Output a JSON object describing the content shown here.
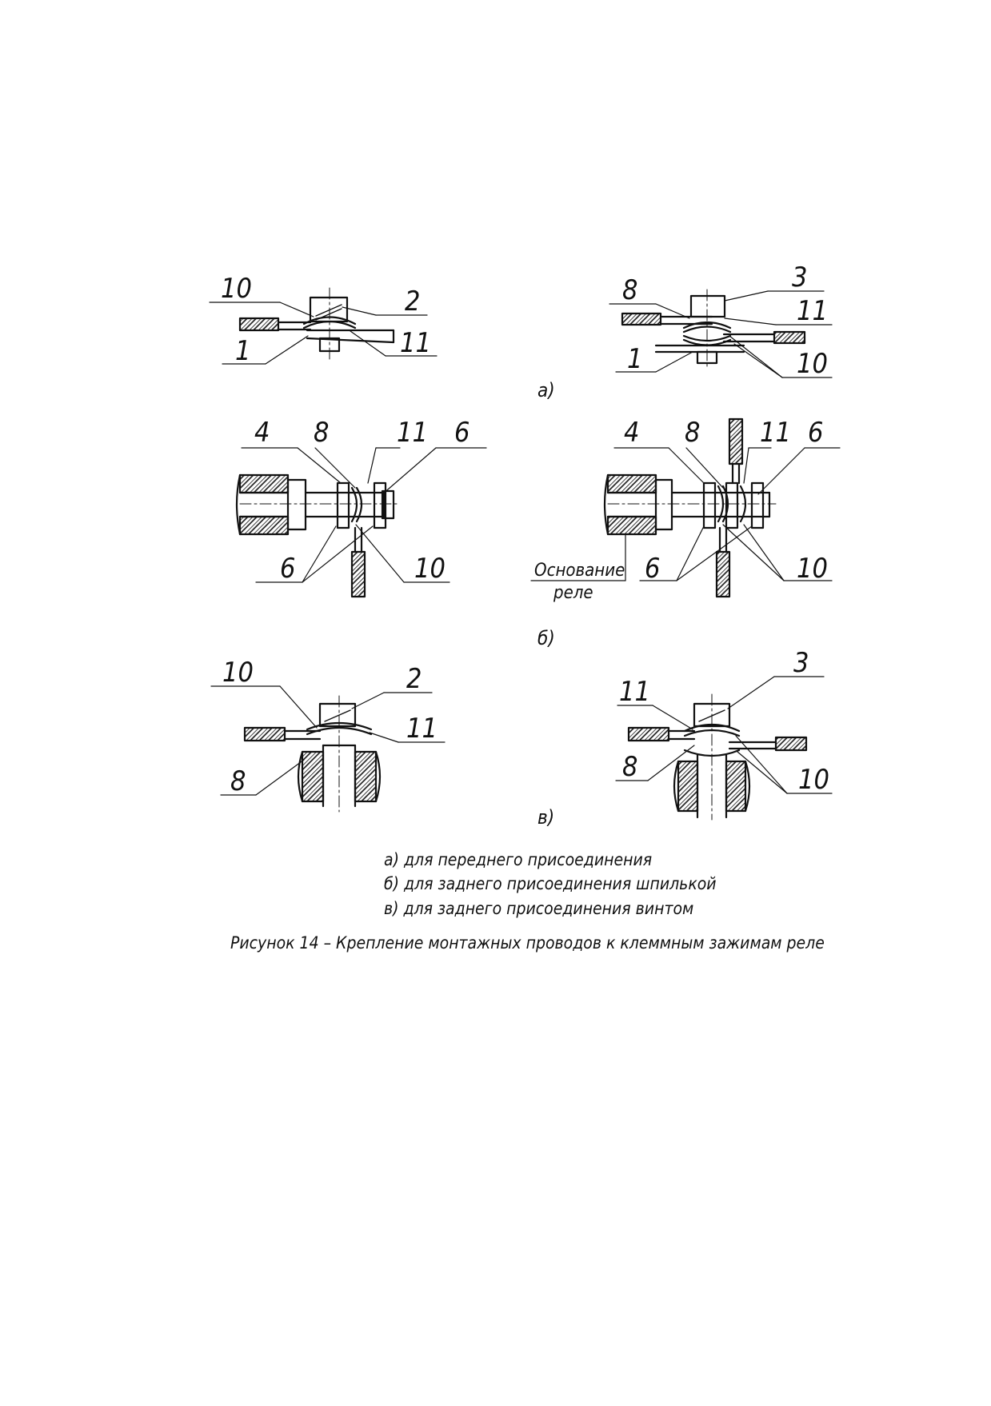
{
  "subfigures": {
    "a": "а)",
    "b": "б)",
    "v": "в)"
  },
  "callouts": {
    "a_left": [
      "10",
      "2",
      "1",
      "11"
    ],
    "a_right": [
      "3",
      "8",
      "11",
      "1",
      "10"
    ],
    "b_left": [
      "4",
      "8",
      "11",
      "6",
      "6",
      "10"
    ],
    "b_right": [
      "4",
      "8",
      "11",
      "6",
      "6",
      "10"
    ],
    "v_left": [
      "10",
      "2",
      "11",
      "8"
    ],
    "v_right": [
      "3",
      "11",
      "8",
      "10"
    ]
  },
  "base_label": [
    "Основание",
    "реле"
  ],
  "legend": [
    "а) для переднего присоединения",
    "б) для заднего присоединения шпилькой",
    "в) для заднего присоединения винтом"
  ],
  "caption": "Рисунок 14 – Крепление монтажных проводов к клеммным зажимам реле"
}
